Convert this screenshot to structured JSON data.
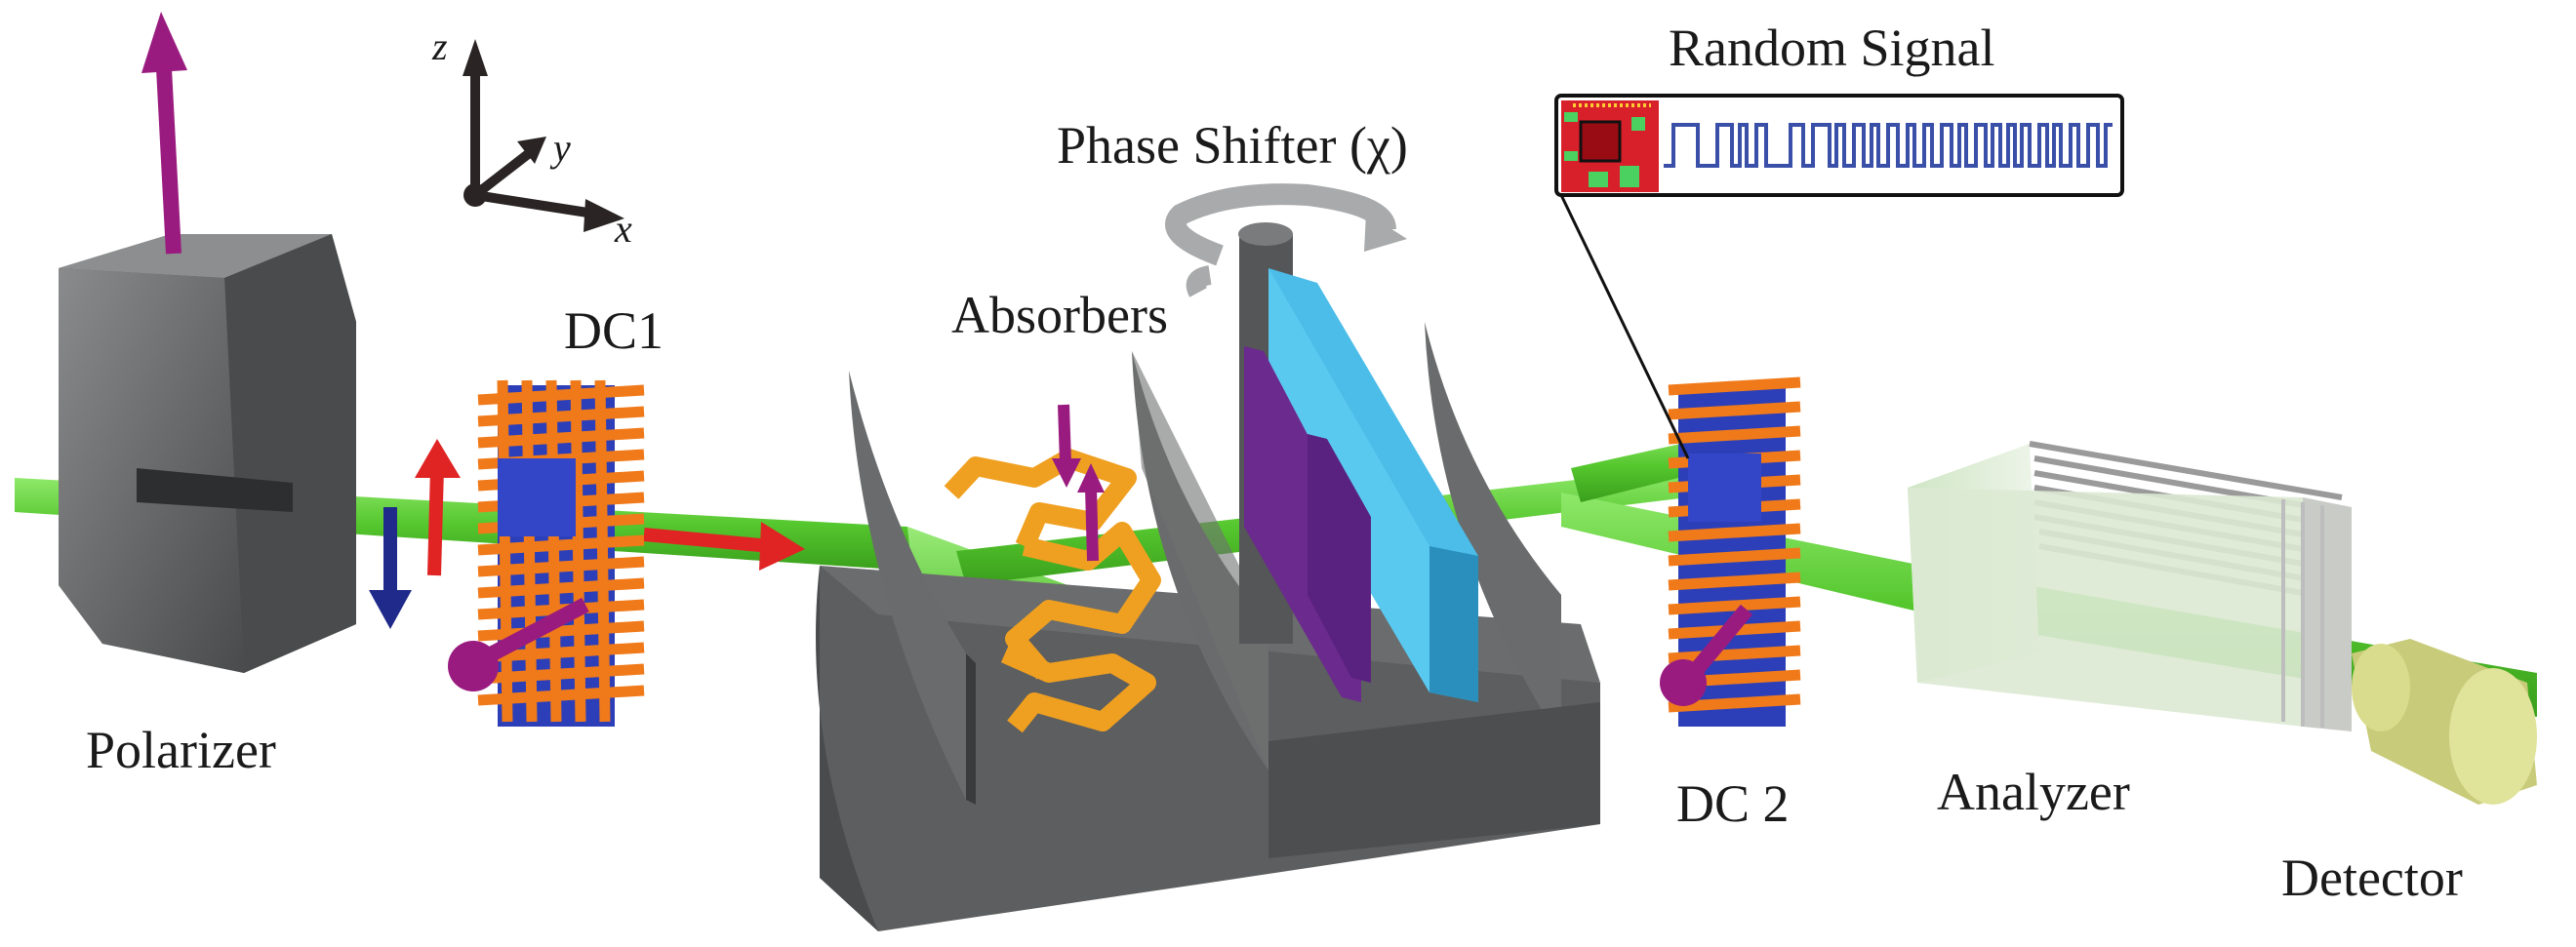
{
  "labels": {
    "polarizer": "Polarizer",
    "dc1": "DC1",
    "absorbers": "Absorbers",
    "phase_shifter": "Phase Shifter (χ)",
    "random_signal": "Random Signal",
    "dc2": "DC 2",
    "analyzer": "Analyzer",
    "detector": "Detector"
  },
  "axes": {
    "z": "z",
    "y": "y",
    "x": "x"
  },
  "colors": {
    "beam": "#55c72e",
    "gray_block": "#6e6f70",
    "coil_orange": "#f07a1a",
    "coil_core": "#2c3fb8",
    "spin_magenta": "#9a1b7f",
    "arrow_red": "#e02424",
    "arrow_blue": "#1f2a8a",
    "absorber_orange": "#f0a020",
    "phase_purple": "#6b2a8e",
    "phase_blue": "#4bbde8",
    "detector_yellow": "#d9dc8c",
    "board_red": "#d8202a",
    "signal_blue": "#3a4fa8"
  },
  "icons": [
    "circuit-board-icon",
    "square-wave-icon",
    "rotation-arrow-icon"
  ]
}
